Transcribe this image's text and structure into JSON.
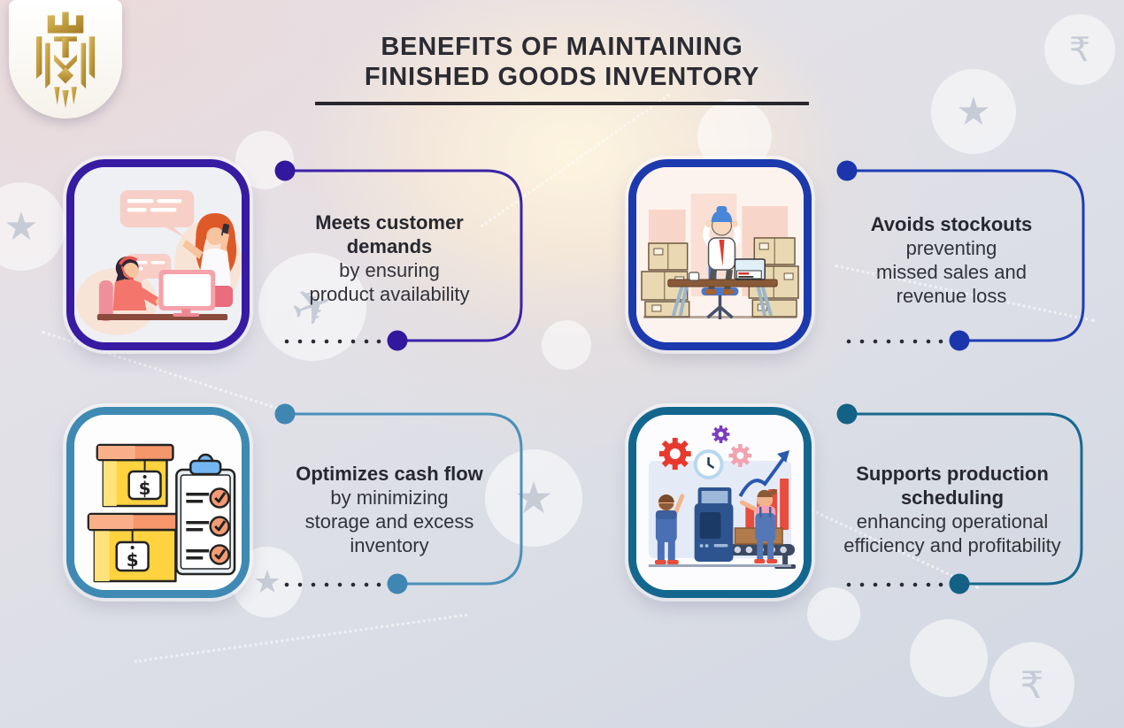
{
  "header": {
    "logo_icon": "gold-crown-lion-monogram-emblem",
    "title_line1": "BENEFITS OF MAINTAINING",
    "title_line2": "FINISHED GOODS INVENTORY"
  },
  "colors": {
    "title_text": "#2b2b33",
    "body_text": "#323239",
    "benefit1_accent": "#371ba3",
    "benefit2_accent": "#1c39ae",
    "benefit3_accent": "#3e8ab2",
    "benefit4_accent": "#13678e",
    "logo_gold": "#c09b3e",
    "background_base": "#dfe0e6",
    "trail_dot": "#2a2a32"
  },
  "benefits": [
    {
      "heading_lines": [
        "Meets customer",
        "demands"
      ],
      "description_lines": [
        "by ensuring",
        "product availability"
      ],
      "illustration": "customer-support-agents-illustration",
      "accent": "#371ba3"
    },
    {
      "heading_lines": [
        "Avoids stockouts"
      ],
      "description_lines": [
        "preventing",
        "missed sales and",
        "revenue loss"
      ],
      "illustration": "stressed-worker-stockpile-boxes-illustration",
      "accent": "#1c39ae"
    },
    {
      "heading_lines": [
        "Optimizes cash flow"
      ],
      "description_lines": [
        "by minimizing",
        "storage and excess",
        "inventory"
      ],
      "illustration": "priced-boxes-checklist-illustration",
      "accent": "#3e8ab2"
    },
    {
      "heading_lines": [
        "Supports production",
        "scheduling"
      ],
      "description_lines": [
        "enhancing operational",
        "efficiency and profitability"
      ],
      "illustration": "factory-workers-production-line-illustration",
      "accent": "#13678e"
    }
  ],
  "decorations": {
    "glyphs": [
      "star-icon",
      "airplane-icon",
      "rupee-icon"
    ]
  }
}
